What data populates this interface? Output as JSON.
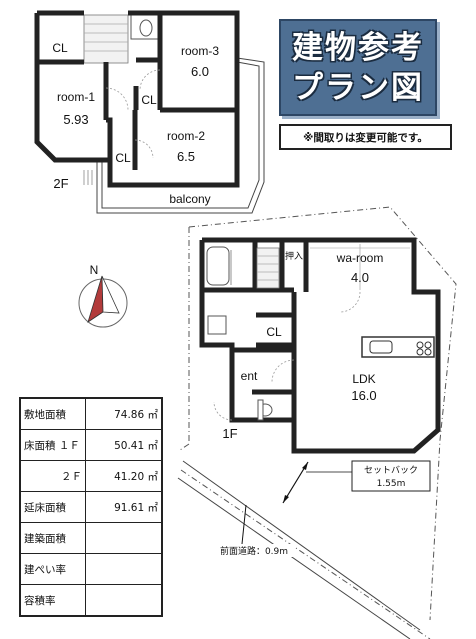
{
  "badge": {
    "line1": "建物参考",
    "line2": "プラン図"
  },
  "note": "※間取りは変更可能です。",
  "floor2": {
    "label": "2F",
    "rooms": [
      {
        "name": "room-1",
        "size": "5.93"
      },
      {
        "name": "room-3",
        "size": "6.0"
      },
      {
        "name": "room-2",
        "size": "6.5"
      }
    ],
    "closet": "CL",
    "balcony": "balcony"
  },
  "floor1": {
    "label": "1F",
    "wa_room": {
      "name": "wa-room",
      "size": "4.0"
    },
    "oshiire": "押入",
    "ldk": {
      "name": "LDK",
      "size": "16.0"
    },
    "entrance": "ent",
    "closet": "CL",
    "setback": {
      "label": "セットバック",
      "value": "1.55m"
    },
    "front_road": "前面道路：0.9m"
  },
  "compass": {
    "label": "N"
  },
  "area_table": [
    {
      "key": "敷地面積",
      "value": "74.86 ㎡"
    },
    {
      "key": "床面積 １Ｆ",
      "value": "50.41 ㎡"
    },
    {
      "key": "２Ｆ",
      "value": "41.20 ㎡"
    },
    {
      "key": "延床面積",
      "value": "91.61 ㎡"
    },
    {
      "key": "建築面積",
      "value": ""
    },
    {
      "key": "建ぺい率",
      "value": ""
    },
    {
      "key": "容積率",
      "value": ""
    }
  ],
  "colors": {
    "badge": "#4e6f93",
    "compass": "#b23b3b"
  }
}
